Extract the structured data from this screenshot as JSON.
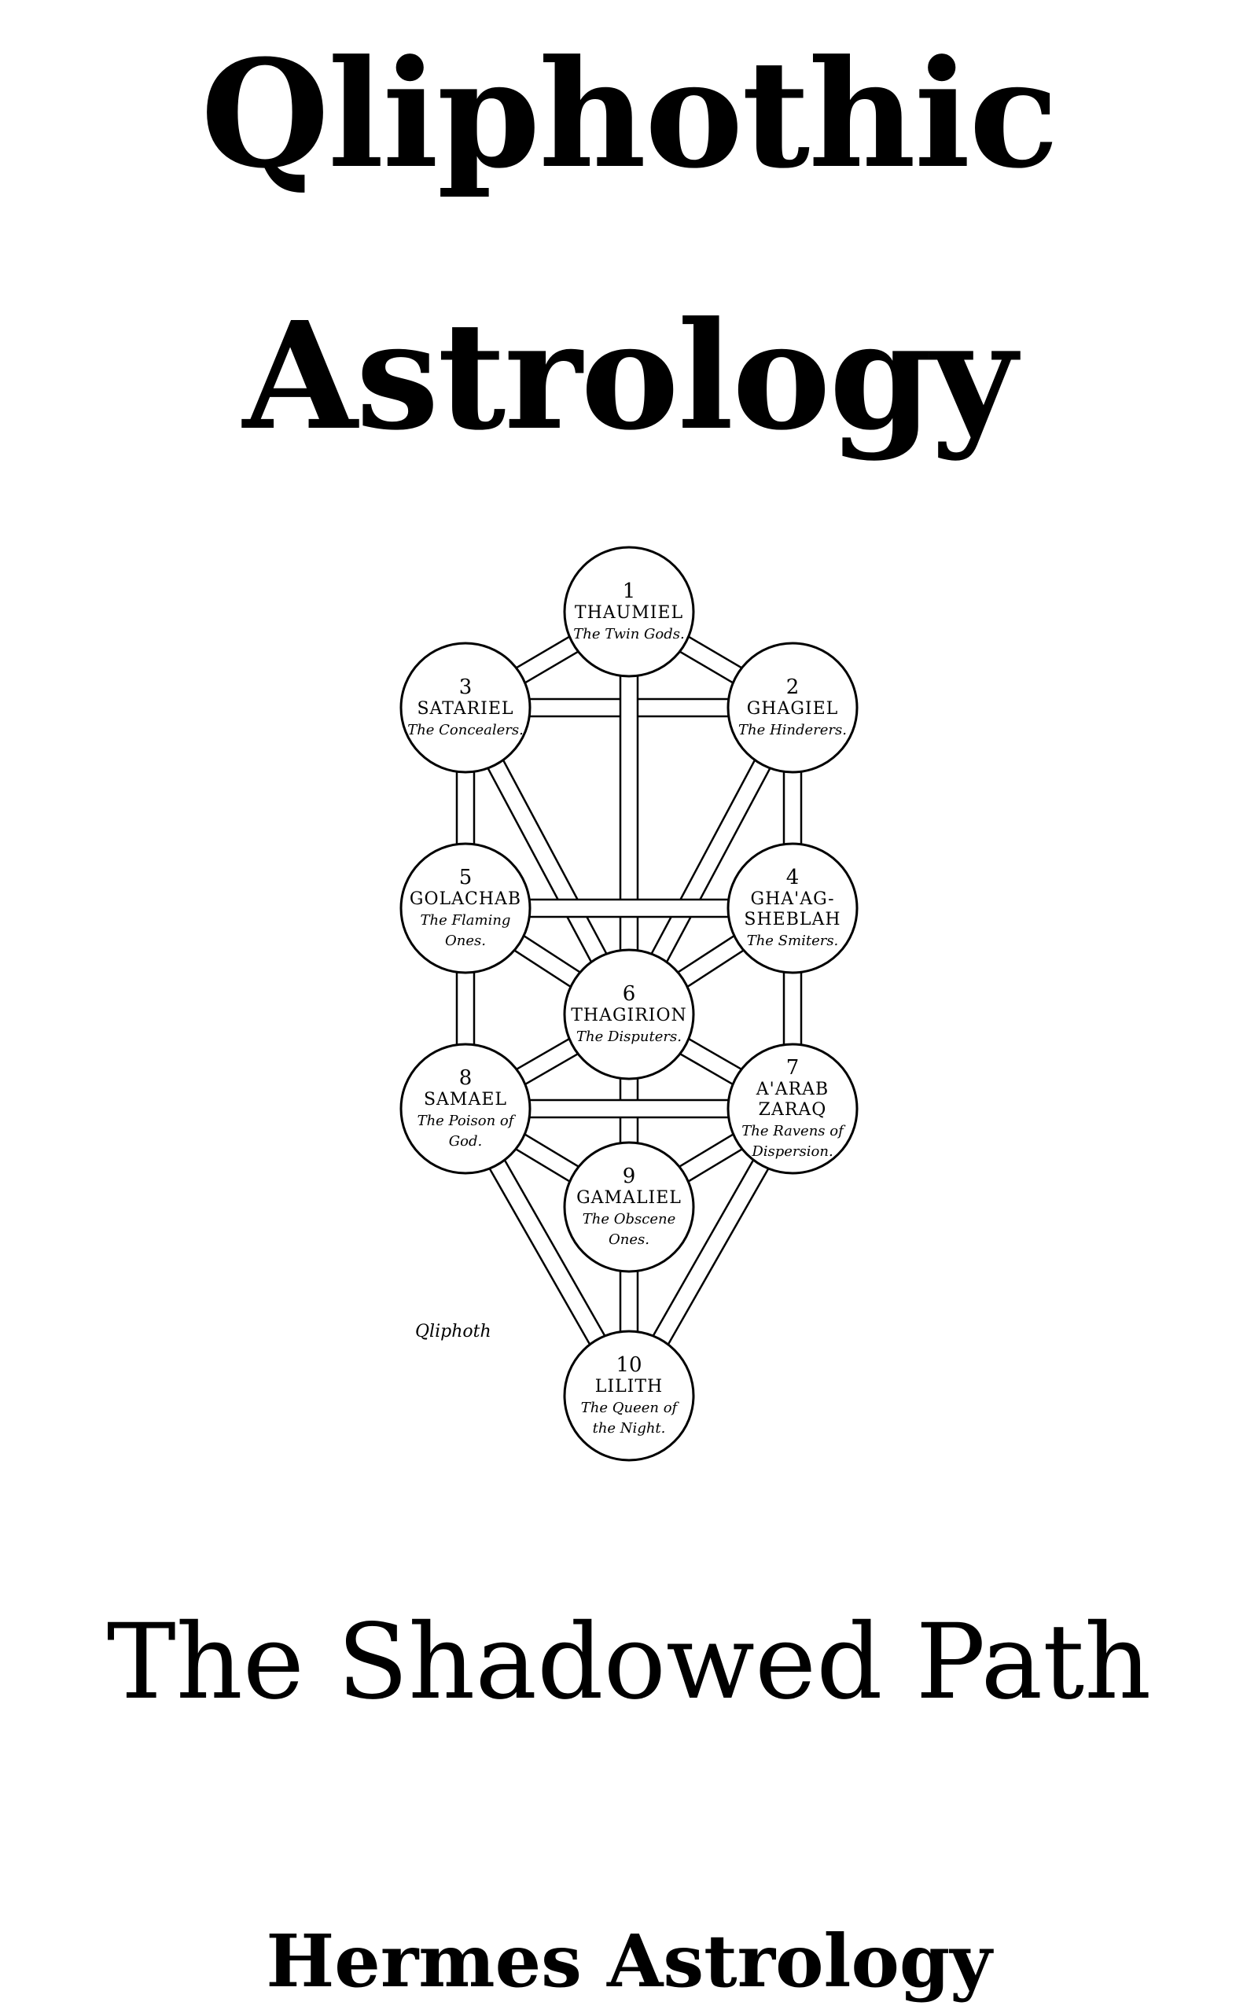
{
  "cover": {
    "title_line1": "Qliphothic",
    "title_line2": "Astrology",
    "subtitle": "The Shadowed Path",
    "author": "Hermes Astrology"
  },
  "diagram": {
    "caption": "Qliphoth",
    "spheres": [
      {
        "number": "1",
        "name": "THAUMIEL",
        "desc": "The Twin Gods."
      },
      {
        "number": "2",
        "name": "GHAGIEL",
        "desc": "The Hinderers."
      },
      {
        "number": "3",
        "name": "SATARIEL",
        "desc": "The Concealers."
      },
      {
        "number": "4",
        "name": "GHA'AG-",
        "name2": "SHEBLAH",
        "desc": "The Smiters."
      },
      {
        "number": "5",
        "name": "GOLACHAB",
        "desc": "The Flaming",
        "desc2": "Ones."
      },
      {
        "number": "6",
        "name": "THAGIRION",
        "desc": "The Disputers."
      },
      {
        "number": "7",
        "name": "A'ARAB",
        "name2": "ZARAQ",
        "desc": "The Ravens of",
        "desc2": "Dispersion."
      },
      {
        "number": "8",
        "name": "SAMAEL",
        "desc": "The Poison of",
        "desc2": "God."
      },
      {
        "number": "9",
        "name": "GAMALIEL",
        "desc": "The Obscene",
        "desc2": "Ones."
      },
      {
        "number": "10",
        "name": "LILITH",
        "desc": "The Queen of",
        "desc2": "the Night."
      }
    ]
  }
}
